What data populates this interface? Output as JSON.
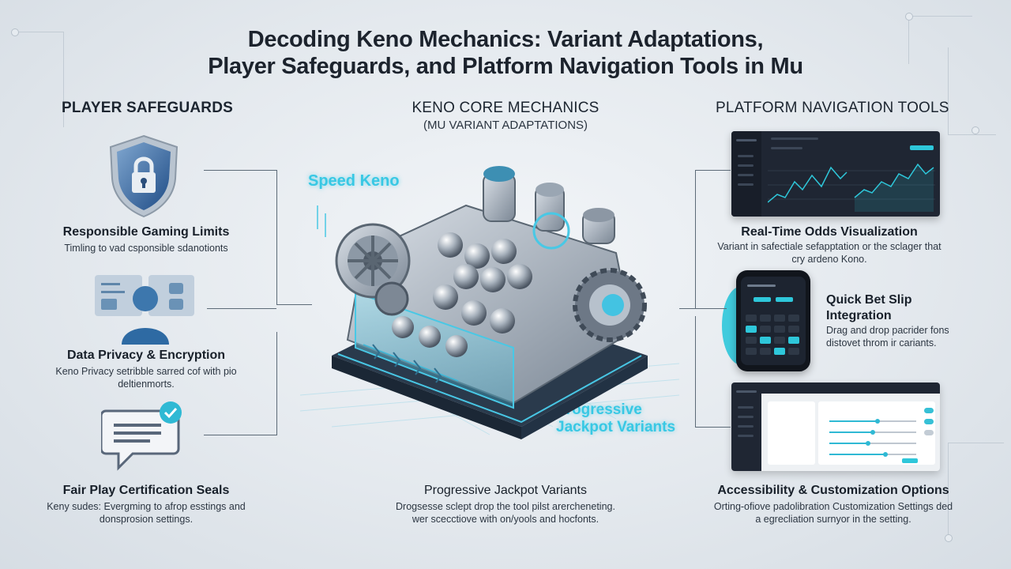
{
  "title": {
    "line1": "Decoding Keno Mechanics: Variant Adaptations,",
    "line2": "Player Safeguards, and Platform Navigation Tools in Mu"
  },
  "left": {
    "heading": "PLAYER SAFEGUARDS",
    "items": [
      {
        "title": "Responsible Gaming Limits",
        "desc": "Timling to vad csponsible sdanotionts"
      },
      {
        "title": "Data Privacy & Encryption",
        "desc": "Keno Privacy setribble sarred cof with pio deltienmorts."
      },
      {
        "title": "Fair Play Certification Seals",
        "desc": "Keny sudes: Evergming to afrop esstings and donsprosion settings."
      }
    ]
  },
  "center": {
    "heading": "KENO CORE MECHANICS",
    "subheading": "(MU VARIANT ADAPTATIONS)",
    "label_speed": "Speed Keno",
    "label_progressive": "Progressive Jackpot Variants",
    "bottom_title": "Progressive Jackpot Variants",
    "bottom_desc_1": "Drogsesse sclept drop the tool pilst arercheneting.",
    "bottom_desc_2": "wer scecctiove with on/yools and hocfonts."
  },
  "right": {
    "heading": "PLATFORM NAVIGATION TOOLS",
    "items": [
      {
        "title": "Real-Time Odds Visualization",
        "desc": "Variant in safectiale sefapptation or the sclager that cry ardeno Kono."
      },
      {
        "title": "Quick Bet Slip Integration",
        "desc": "Drag and drop pacrider fons distovet throm ir cariants."
      },
      {
        "title": "Accessibility & Customization Options",
        "desc": "Orting-ofiove padolibration Customization Settings ded a egrecliation surnyor in the setting."
      }
    ]
  },
  "colors": {
    "accent": "#2ec7da",
    "dark": "#1f2633",
    "text": "#1c232d"
  }
}
